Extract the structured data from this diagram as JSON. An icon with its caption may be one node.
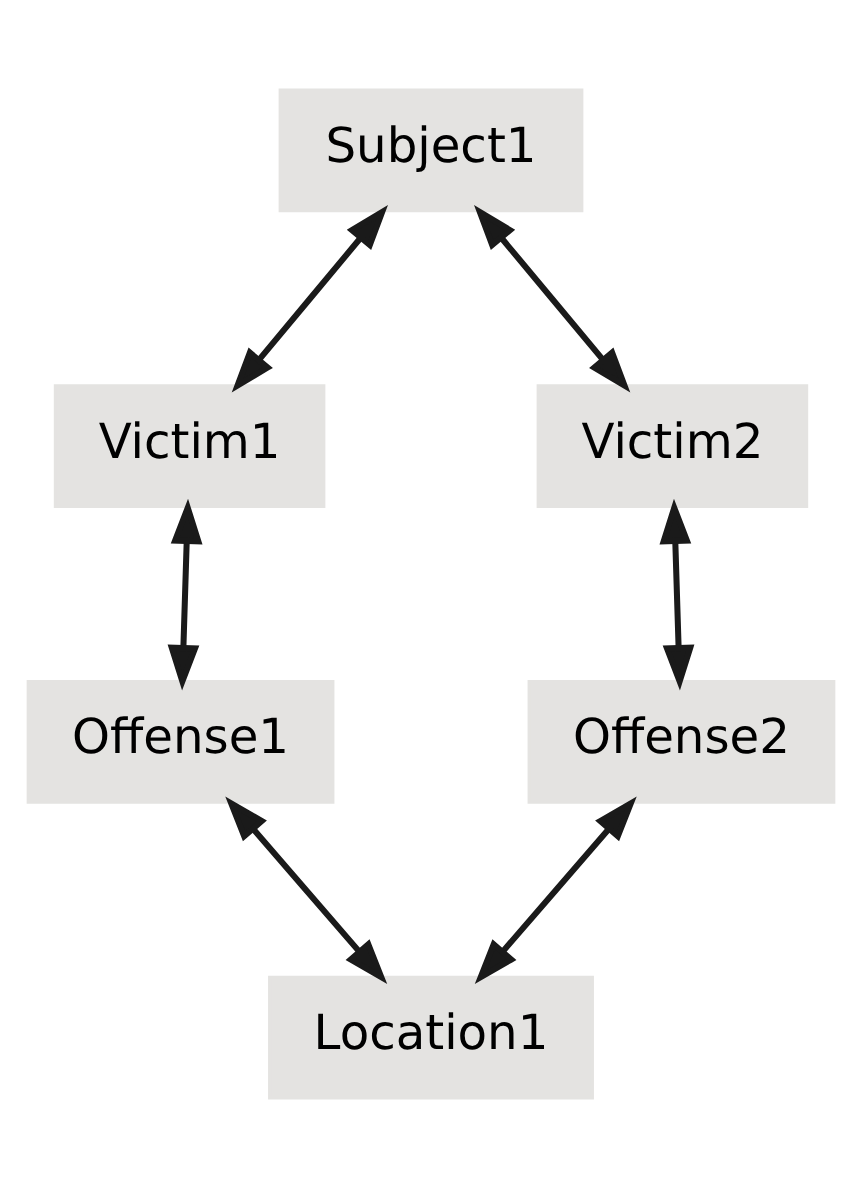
{
  "diagram": {
    "nodes": [
      {
        "text": [
          "Subject1"
        ]
      },
      {
        "text": [
          "Victim1"
        ]
      },
      {
        "text": [
          "Victim2"
        ]
      },
      {
        "text": [
          "Offense1"
        ]
      },
      {
        "text": [
          "Offense2"
        ]
      },
      {
        "text": [
          "Location1"
        ]
      }
    ],
    "edges": [
      {
        "from": 0,
        "to": 1,
        "arrow": "both"
      },
      {
        "from": 0,
        "to": 2,
        "arrow": "both"
      },
      {
        "from": 1,
        "to": 3,
        "arrow": "both"
      },
      {
        "from": 2,
        "to": 4,
        "arrow": "both"
      },
      {
        "from": 3,
        "to": 5,
        "arrow": "both"
      },
      {
        "from": 4,
        "to": 5,
        "arrow": "both"
      }
    ]
  }
}
